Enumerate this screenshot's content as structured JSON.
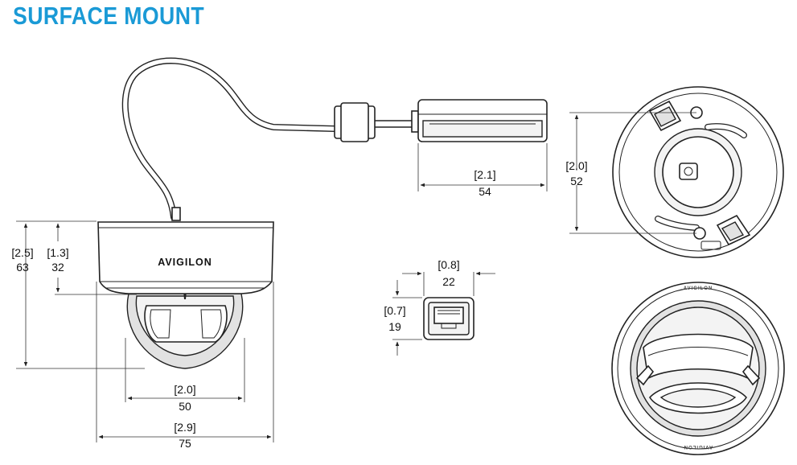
{
  "title": "SURFACE MOUNT",
  "brand_text": "AVIGILON",
  "rim_text": "AVIGILON",
  "colors": {
    "title": "#1a9ad6",
    "line": "#222222"
  },
  "dimensions": {
    "total_height": {
      "in": "[2.5]",
      "mm": "63"
    },
    "base_height": {
      "in": "[1.3]",
      "mm": "32"
    },
    "lens_width": {
      "in": "[2.0]",
      "mm": "50"
    },
    "total_width": {
      "in": "[2.9]",
      "mm": "75"
    },
    "connector_length": {
      "in": "[2.1]",
      "mm": "54"
    },
    "mount_diameter": {
      "in": "[2.0]",
      "mm": "52"
    },
    "rj45_width": {
      "in": "[0.8]",
      "mm": "22"
    },
    "rj45_height": {
      "in": "[0.7]",
      "mm": "19"
    }
  }
}
